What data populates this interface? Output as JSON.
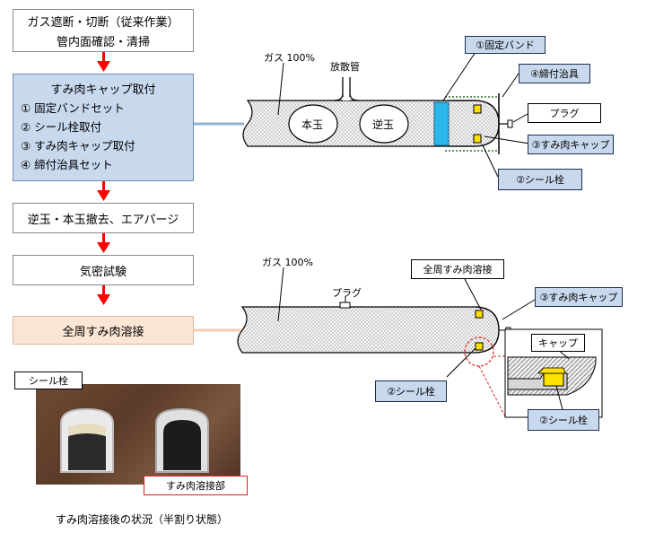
{
  "flow": {
    "step1": {
      "line1": "ガス遮断・切断（従来作業）",
      "line2": "管内面確認・清掃"
    },
    "step2": {
      "title": "すみ肉キャップ取付",
      "items": [
        "① 固定バンドセット",
        "② シール栓取付",
        "③ すみ肉キャップ取付",
        "④ 締付治具セット"
      ]
    },
    "step3": "逆玉・本玉撤去、エアパージ",
    "step4": "気密試験",
    "step5": "全周すみ肉溶接"
  },
  "diagram_top": {
    "gas_label": "ガス 100%",
    "vent_pipe": "放散管",
    "main_ball": "本玉",
    "reverse_ball": "逆玉",
    "labels": {
      "band": "①固定バンド",
      "jig": "④締付治具",
      "plug": "プラグ",
      "cap": "③すみ肉キャップ",
      "seal": "②シール栓"
    }
  },
  "diagram_bottom": {
    "gas_label": "ガス 100%",
    "plug": "プラグ",
    "weld": "全周すみ肉溶接",
    "cap": "③すみ肉キャップ",
    "seal": "②シール栓",
    "detail_cap": "キャップ",
    "detail_seal": "②シール栓"
  },
  "photo": {
    "seal_label": "シール栓",
    "weld_label": "すみ肉溶接部",
    "caption": "すみ肉溶接後の状況（半割り状態）"
  },
  "colors": {
    "arrow": "#ff0000",
    "flow_blue": "#c8d9ee",
    "flow_peach": "#fbe5d5",
    "band_cyan": "#29b6e8",
    "cap_yellow": "#ffe100"
  }
}
